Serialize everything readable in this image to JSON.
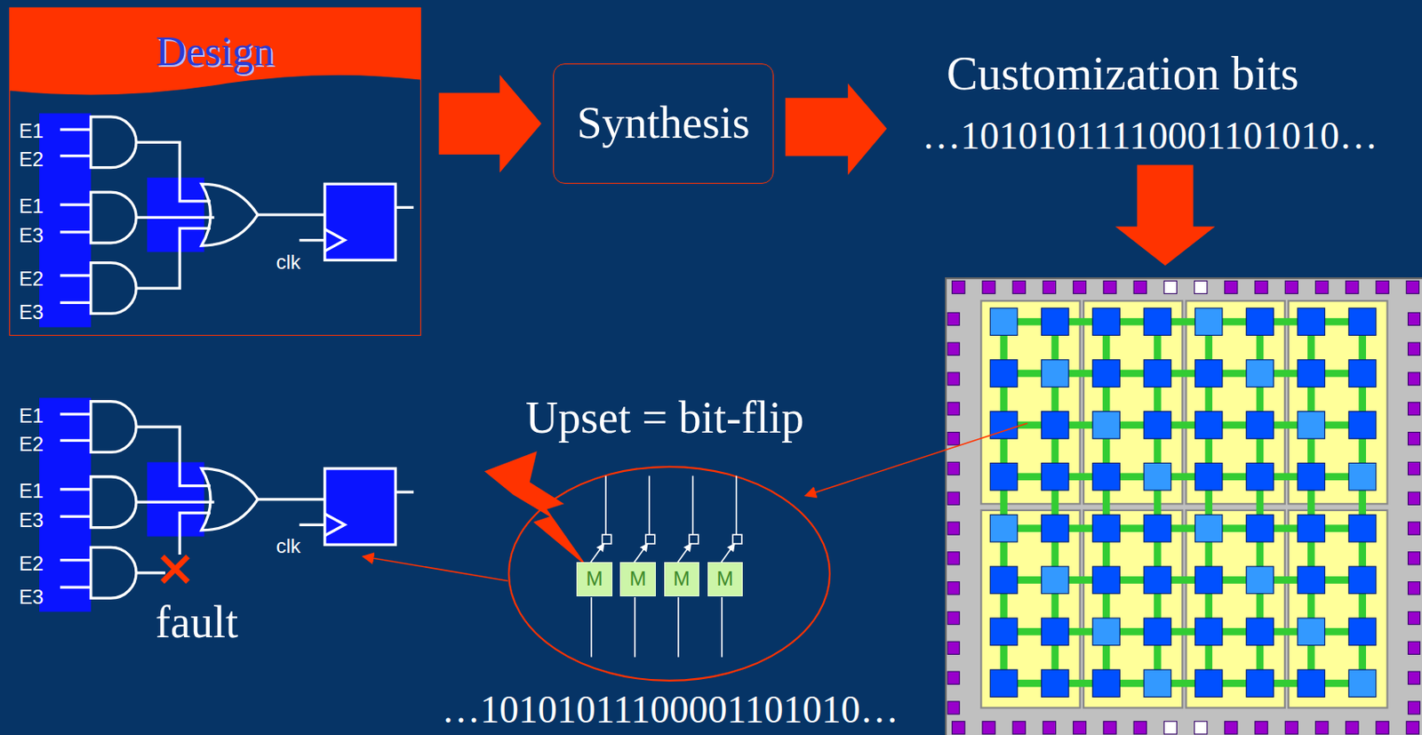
{
  "diagram": {
    "nodes": [
      {
        "text": [
          "Design"
        ]
      },
      {
        "text": [
          "Synthesis"
        ]
      },
      {
        "text": [
          "M"
        ]
      },
      {
        "text": [
          "M"
        ]
      },
      {
        "text": [
          "M"
        ]
      },
      {
        "text": [
          "M"
        ]
      }
    ],
    "edges": [
      {
        "from": 0,
        "to": 1,
        "arrow": "to"
      }
    ],
    "labels": [
      "Customization bits",
      "…10101011110001101010…",
      "Upset = bit-flip",
      "…10101011100001101010…",
      "E1",
      "E2",
      "E1",
      "E3",
      "E2",
      "E3",
      "clk",
      "E1",
      "E2",
      "E1",
      "E3",
      "E2",
      "E3",
      "clk",
      "fault"
    ]
  }
}
